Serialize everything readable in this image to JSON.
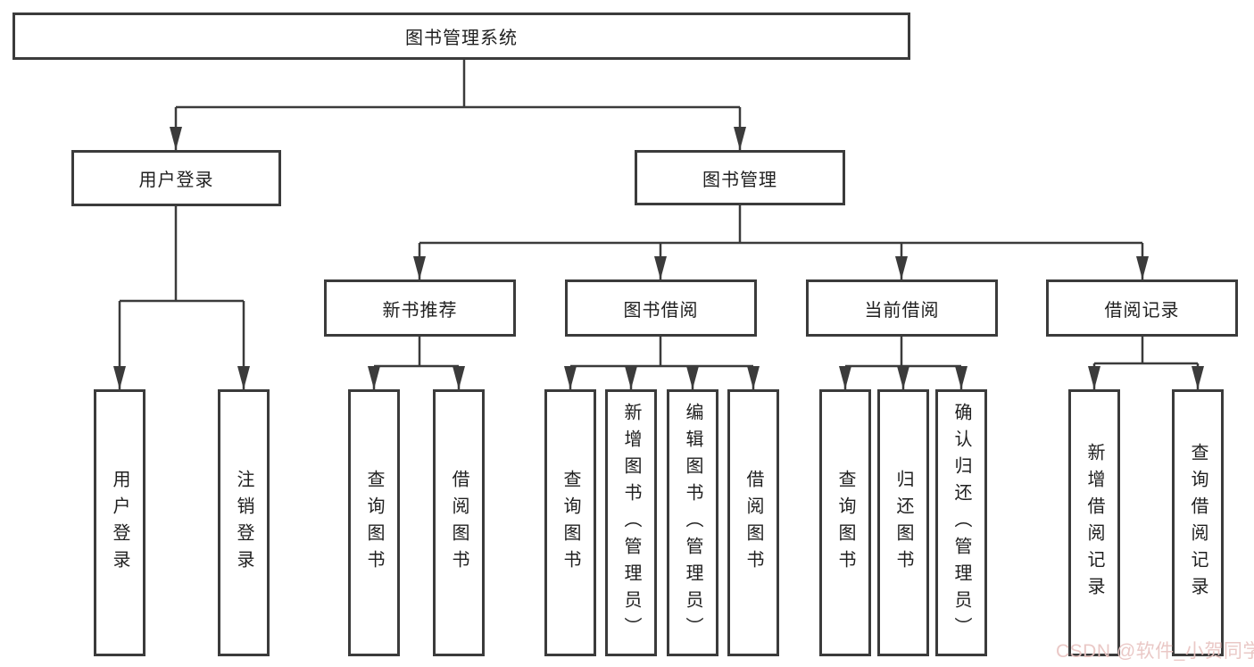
{
  "diagram": {
    "kind": "functional-structure-tree",
    "colors": {
      "background": "#ffffff",
      "line": "#3b3b3b",
      "box_border": "#3b3b3b",
      "text": "#1f1f1f",
      "watermark": "#e9c6c4"
    },
    "tree": {
      "root": {
        "label": "图书管理系统"
      },
      "branches": [
        {
          "label": "用户登录",
          "children": [
            {
              "label": "用户登录"
            },
            {
              "label": "注销登录"
            }
          ]
        },
        {
          "label": "图书管理",
          "sections": [
            {
              "label": "新书推荐",
              "children": [
                {
                  "label": "查询图书"
                },
                {
                  "label": "借阅图书"
                }
              ]
            },
            {
              "label": "图书借阅",
              "children": [
                {
                  "label": "查询图书"
                },
                {
                  "label": "新增图书（管理员）"
                },
                {
                  "label": "编辑图书（管理员）"
                },
                {
                  "label": "借阅图书"
                }
              ]
            },
            {
              "label": "当前借阅",
              "children": [
                {
                  "label": "查询图书"
                },
                {
                  "label": "归还图书"
                },
                {
                  "label": "确认归还（管理员）"
                }
              ]
            },
            {
              "label": "借阅记录",
              "children": [
                {
                  "label": "新增借阅记录"
                },
                {
                  "label": "查询借阅记录"
                }
              ]
            }
          ]
        }
      ]
    },
    "watermark": {
      "text": "CSDN @软件_小贺同学"
    }
  }
}
